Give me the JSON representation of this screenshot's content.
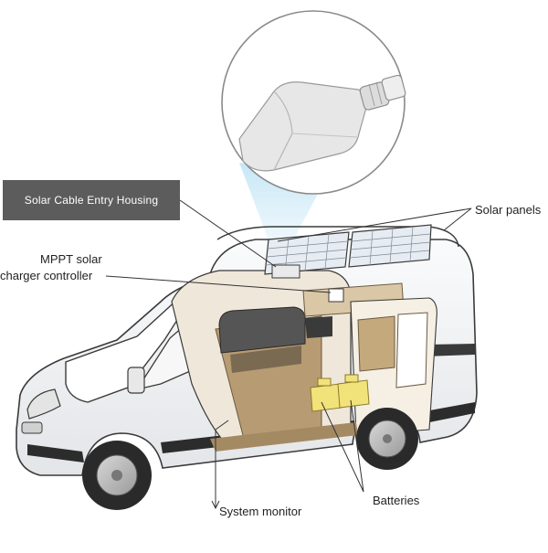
{
  "labels": {
    "cable_entry_housing": "Solar  Cable Entry Housing",
    "solar_panels": "Solar panels",
    "mppt_line1": "MPPT solar",
    "mppt_line2": "charger controller",
    "system_monitor": "System monitor",
    "batteries": "Batteries"
  },
  "icons": {
    "inset": "cable-entry-housing-icon",
    "van": "camper-van-icon",
    "panels": "solar-panel-icon",
    "battery": "battery-icon"
  },
  "colors": {
    "van_body": "#f3f4f6",
    "outline": "#3a3a3a",
    "interior": "#b79b72",
    "battery": "#f2e27a",
    "tag_bg": "#5c5c5c",
    "beam": "#bfe3f5"
  }
}
